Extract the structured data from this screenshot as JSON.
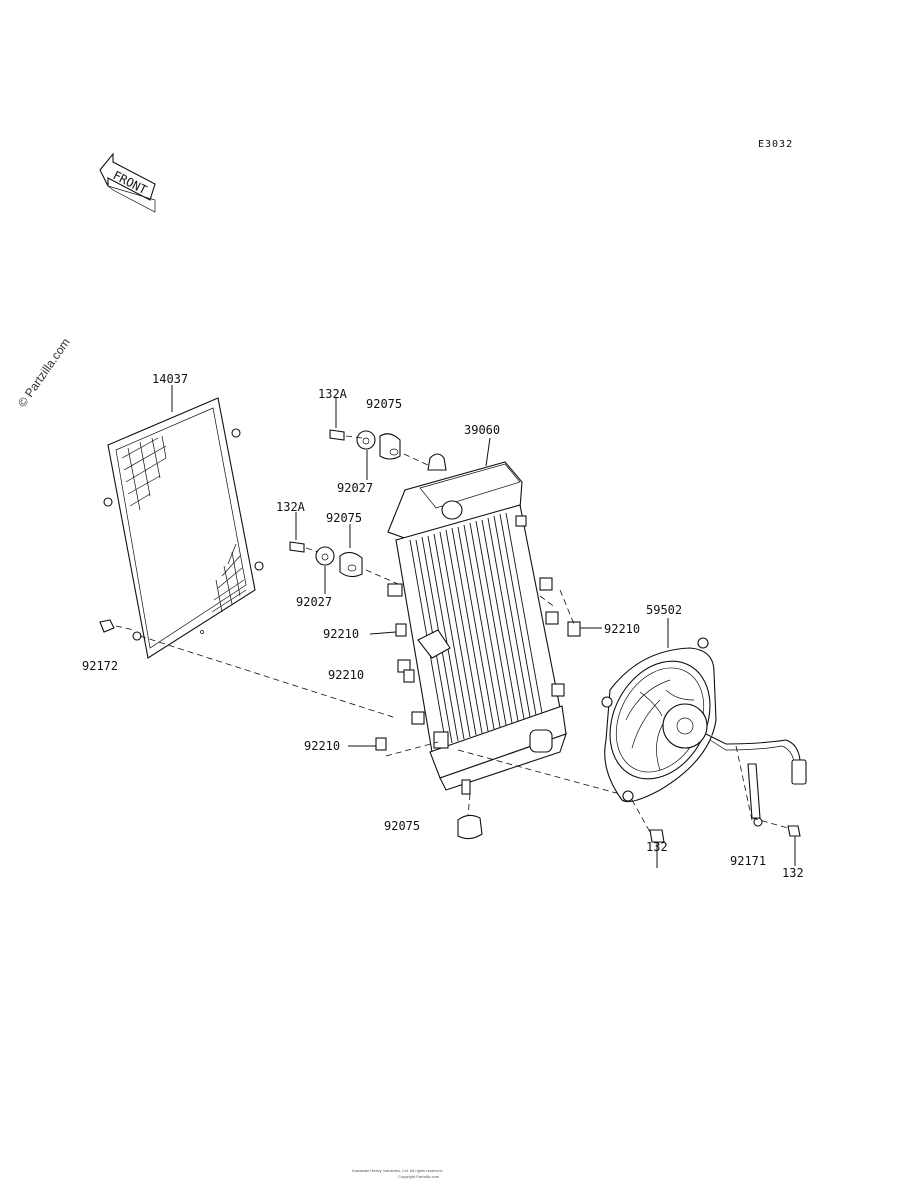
{
  "diagram_code": "E3032",
  "front_label": "FRONT",
  "watermark": "© Partzilla.com",
  "footer_line1": "Kawasaki Heavy Industries, Ltd. All rights reserved.",
  "footer_line2": "Copyright Partzilla.com",
  "parts": {
    "net": "14037",
    "bolt_132a_top": "132A",
    "damper_92075_top": "92075",
    "collar_92027_top": "92027",
    "radiator": "39060",
    "bolt_132a_mid": "132A",
    "damper_92075_mid": "92075",
    "collar_92027_mid": "92027",
    "nut_92210_left_upper": "92210",
    "nut_92210_left_mid": "92210",
    "nut_92210_left_lower": "92210",
    "nut_92210_right": "92210",
    "fan": "59502",
    "bolt_92172": "92172",
    "damper_92075_bottom": "92075",
    "bolt_132_fan": "132",
    "clamp_92171": "92171",
    "bolt_132_clamp": "132"
  }
}
